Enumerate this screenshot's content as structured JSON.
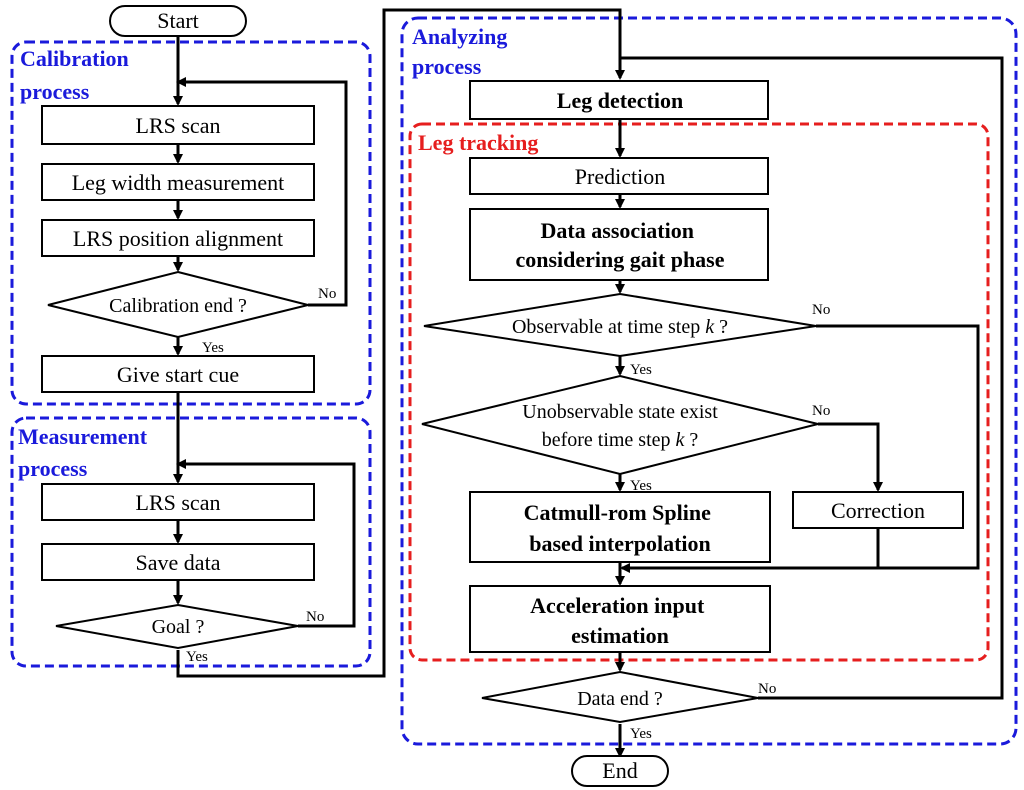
{
  "start_label": "Start",
  "end_label": "End",
  "regions": {
    "calibration": "Calibration\nprocess",
    "measurement": "Measurement\nprocess",
    "analyzing": "Analyzing\nprocess",
    "leg_tracking": "Leg tracking"
  },
  "calibration": {
    "lrs_scan": "LRS scan",
    "leg_width": "Leg width measurement",
    "lrs_alignment": "LRS position alignment",
    "decision": "Calibration end ?",
    "start_cue": "Give start cue"
  },
  "measurement": {
    "lrs_scan": "LRS scan",
    "save_data": "Save data",
    "decision": "Goal ?"
  },
  "analyzing": {
    "leg_detection": "Leg detection",
    "prediction": "Prediction",
    "data_association": "Data association\nconsidering gait phase",
    "observable_decision": "Observable at time step k ?",
    "unobservable_decision": "Unobservable state exist\nbefore time step k ?",
    "catmull": "Catmull-rom Spline\nbased interpolation",
    "correction": "Correction",
    "acceleration": "Acceleration input\nestimation",
    "data_end": "Data end ?"
  },
  "branch_labels": {
    "yes": "Yes",
    "no": "No"
  },
  "colors": {
    "calibration_border": "#1a1adb",
    "leg_tracking_border": "#e61e1e",
    "arrow": "#000000"
  }
}
